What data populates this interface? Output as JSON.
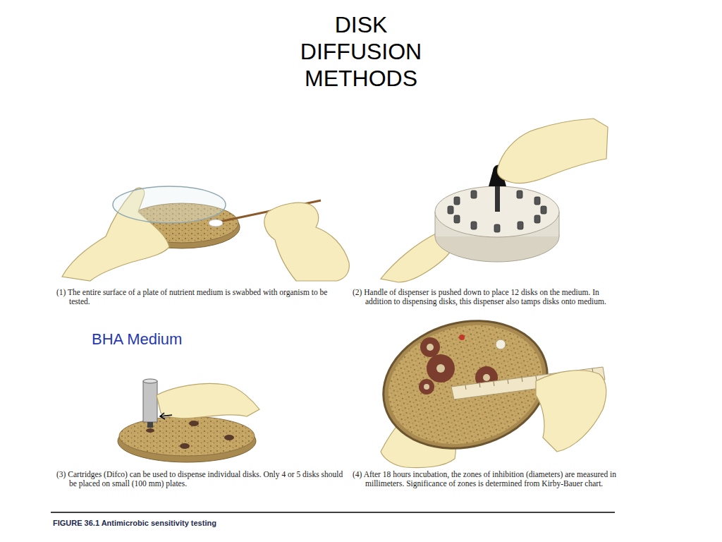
{
  "diagram": {
    "title": "DISK DIFFUSION METHODS",
    "caption": "FIGURE 36.1 Antimicrobic sensitivity testing",
    "labels": [
      "(1) The entire surface of a plate of nutrient medium is swabbed with organism to be tested.",
      "(2) Handle of dispenser is pushed down to place 12 disks on the medium. In addition to dispensing disks, this dispenser also tamps disks onto medium.",
      "BHA Medium",
      "(3) Cartridges (Difco) can be used to dispense individual disks. Only 4 or 5 disks should be placed on small (100 mm) plates.",
      "(4) After 18 hours incubation, the zones of inhibition (diameters) are measured in millimeters. Significance of zones is determined from Kirby-Bauer chart."
    ]
  }
}
